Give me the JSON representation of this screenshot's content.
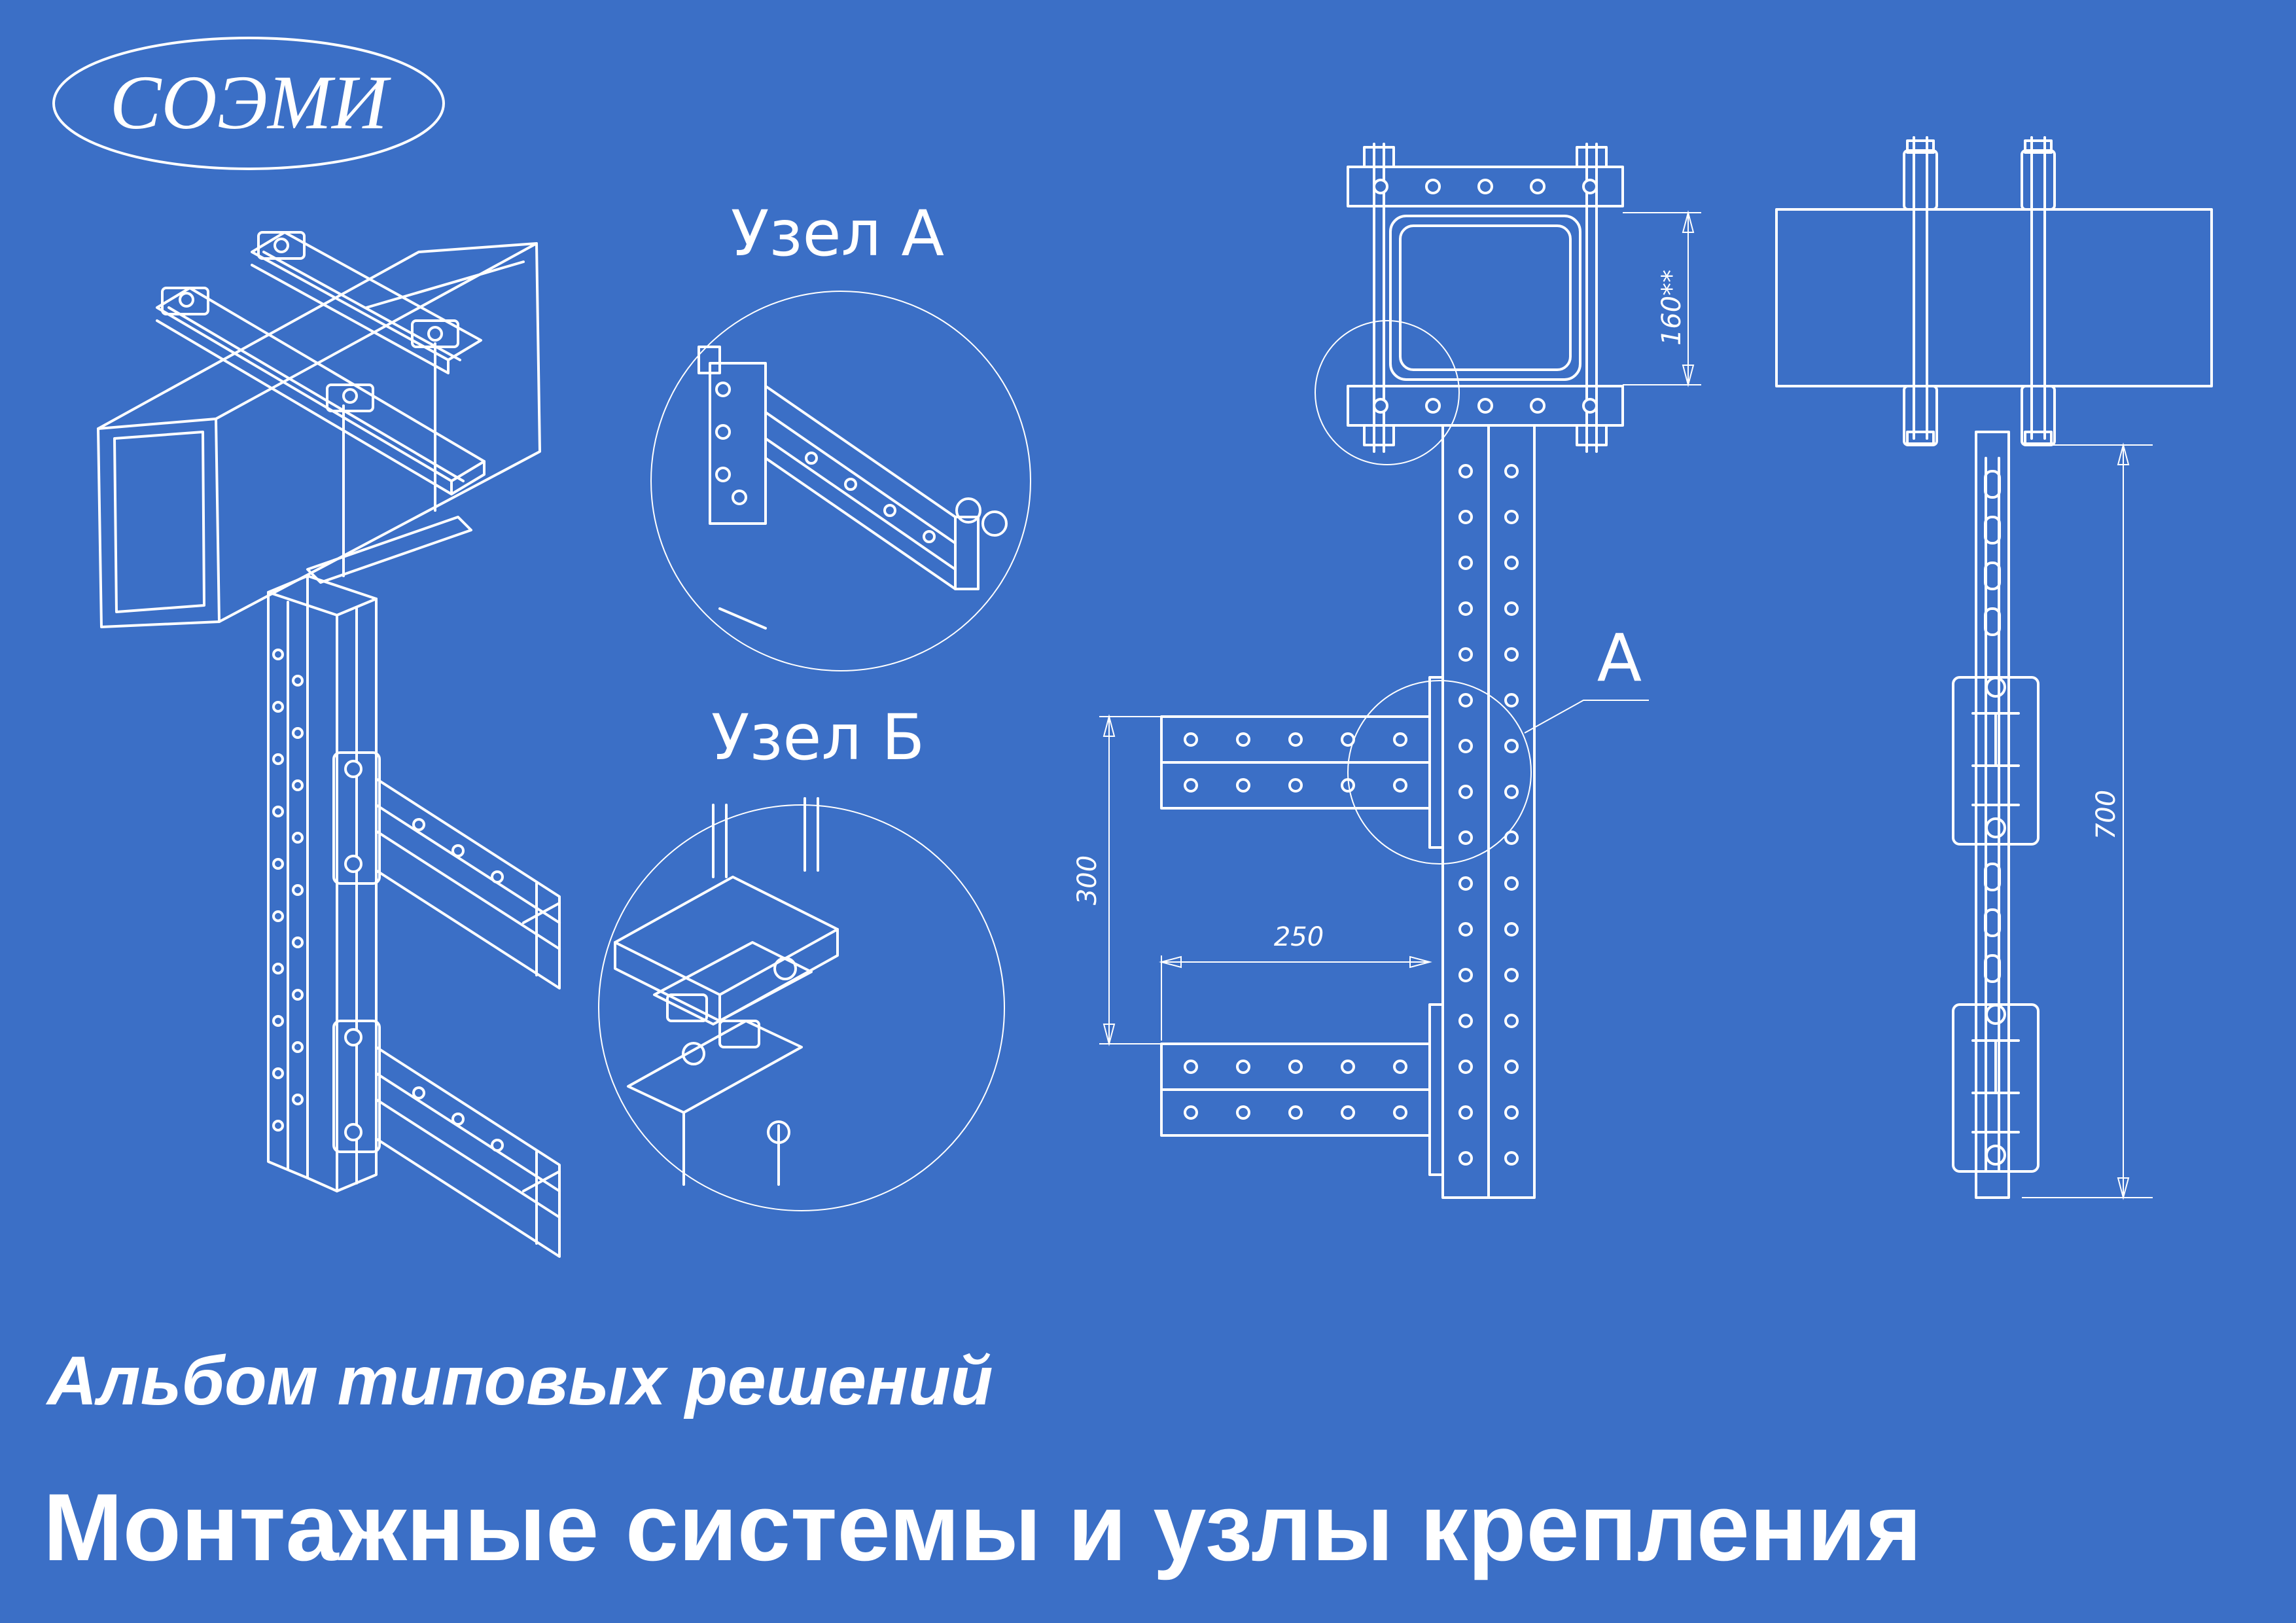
{
  "logo": {
    "text": "СОЭМИ"
  },
  "details": {
    "node_a_title": "Узел А",
    "node_b_title": "Узел Б"
  },
  "front_view": {
    "callout_label": "А",
    "dim_height_top": "160**",
    "dim_spacing": "300",
    "dim_length": "250"
  },
  "side_view": {
    "dim_height": "700"
  },
  "footer": {
    "subtitle": "Альбом типовых решений",
    "title": "Монтажные системы и узлы крепления"
  },
  "colors": {
    "background": "#3b6fc6",
    "lines": "#ffffff"
  }
}
